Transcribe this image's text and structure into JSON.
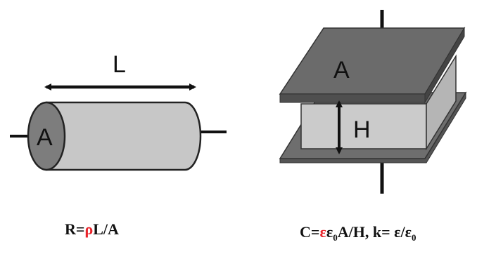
{
  "resistor": {
    "length_label": "L",
    "area_label": "A",
    "formula": {
      "prefix": "R=",
      "rho": "ρ",
      "suffix": "L/A"
    }
  },
  "capacitor": {
    "area_label": "A",
    "height_label": "H",
    "formula": {
      "prefix": "C=",
      "eps": "ε",
      "eps0": "ε",
      "zero": "0",
      "rest": "A/H,  k= ε/ε",
      "zero2": "0"
    }
  },
  "colors": {
    "accent_red": "#e8232a",
    "plate_dark": "#6b6b6b",
    "cylinder_body": "#c7c7c7",
    "dielectric": "#cbcbcb"
  }
}
